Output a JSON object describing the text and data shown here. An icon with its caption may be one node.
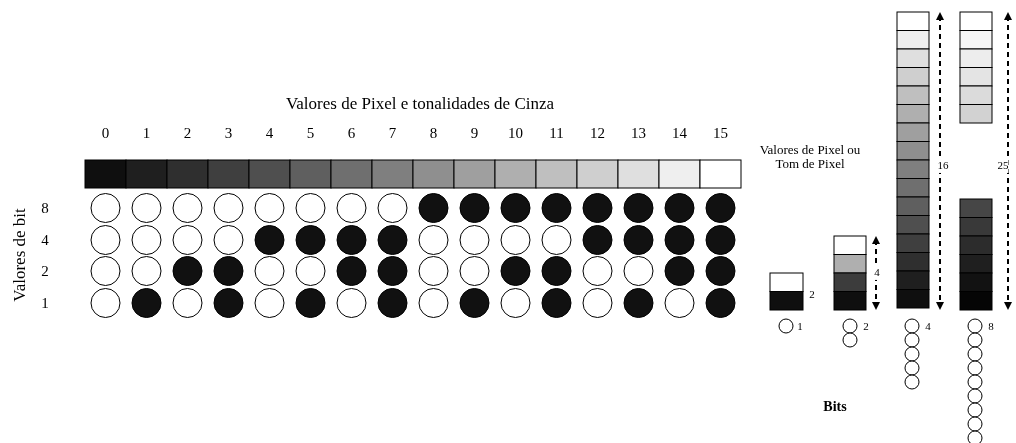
{
  "diagram": {
    "labels": [
      "Valores de Pixel e tonalidades de Cinza",
      "0",
      "1",
      "2",
      "3",
      "4",
      "5",
      "6",
      "7",
      "8",
      "9",
      "10",
      "11",
      "12",
      "13",
      "14",
      "15",
      "Valores de bit",
      "8",
      "4",
      "2",
      "1",
      "Valores de Pixel ou Tom de Pixel",
      "2",
      "4",
      "16",
      "25",
      "1",
      "2",
      "4",
      "8",
      "Bits"
    ]
  }
}
